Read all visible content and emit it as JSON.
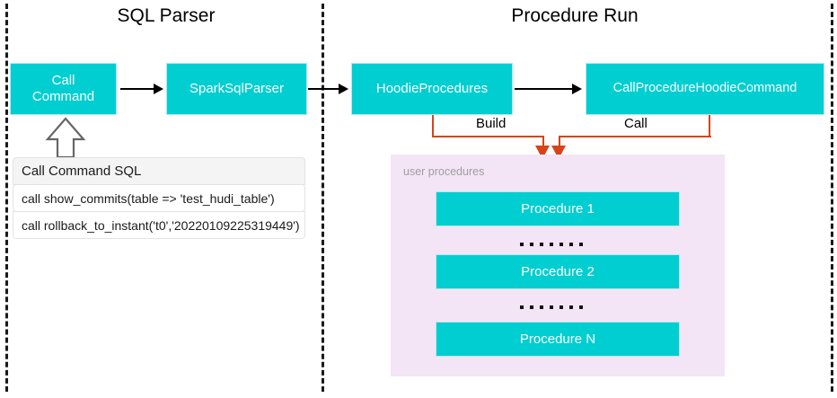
{
  "diagram": {
    "sections": [
      {
        "title": "SQL Parser"
      },
      {
        "title": "Procedure Run"
      }
    ],
    "nodes": {
      "call_command": "Call\nCommand",
      "call_command_line1": "Call",
      "call_command_line2": "Command",
      "spark_sql_parser": "SparkSqlParser",
      "hoodie_procedures": "HoodieProcedures",
      "call_procedure_hoodie_command": "CallProcedureHoodieCommand"
    },
    "edge_labels": {
      "build": "Build",
      "call": "Call"
    },
    "sql_table": {
      "header": "Call Command SQL",
      "rows": [
        "call show_commits(table => 'test_hudi_table')",
        "call rollback_to_instant('t0','20220109225319449')"
      ]
    },
    "procedures_panel": {
      "label": "user procedures",
      "items": [
        "Procedure 1",
        "Procedure 2",
        "Procedure N"
      ]
    },
    "colors": {
      "node_fill": "#00ced1",
      "node_text": "#ffffff",
      "panel_fill": "#f3e5f5",
      "panel_label": "#9e9e9e",
      "connector_orange": "#d8431a",
      "arrow_black": "#000000",
      "divider": "#1a1a1a"
    }
  }
}
